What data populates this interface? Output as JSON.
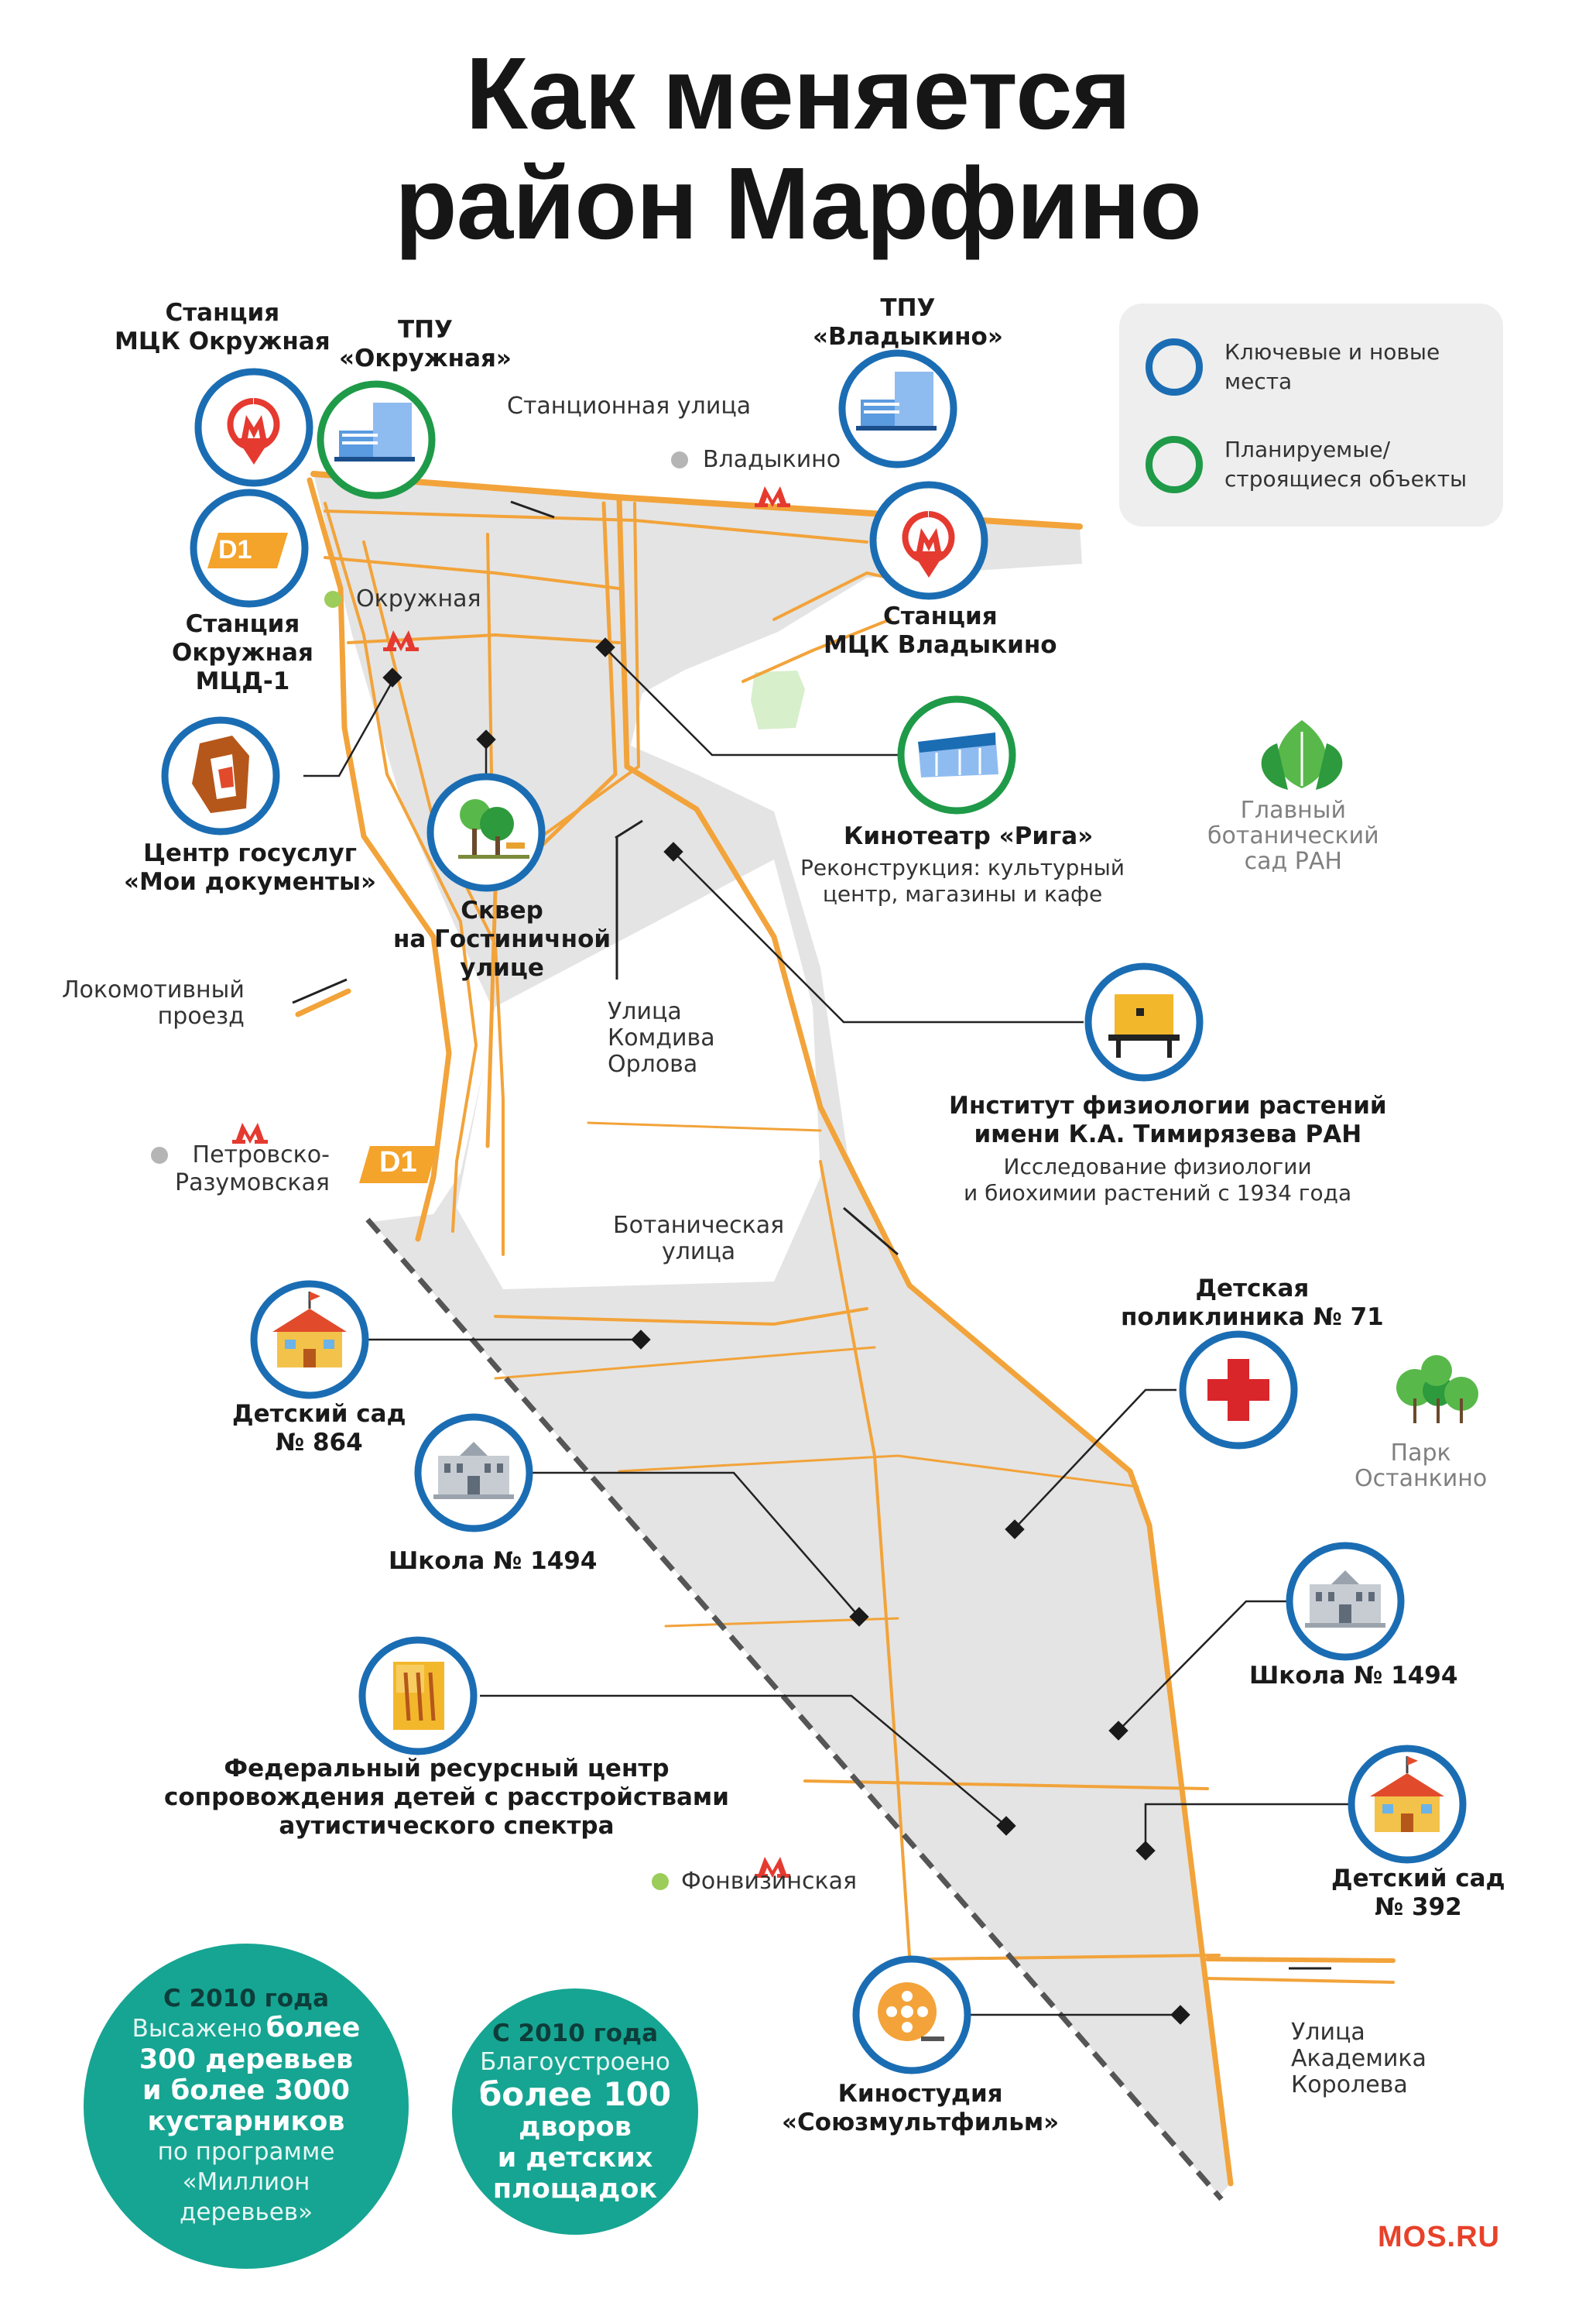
{
  "title": {
    "line1": "Как меняется",
    "line2": "район Марфино"
  },
  "colors": {
    "road": "#f2a33a",
    "district_fill": "#e4e4e4",
    "key_ring": "#1b6db3",
    "planned_ring": "#1f9a48",
    "metro_red": "#e53a30",
    "mcd_orange": "#f4a32b",
    "bubble_teal": "#16a592",
    "park_green": "#58b94a",
    "railway": "#555555"
  },
  "legend": {
    "key": "Ключевые и новые места",
    "planned": "Планируемые/ строящиеся объекты"
  },
  "stations": {
    "vladykino": "Владыкино",
    "okruzhnaya": "Окружная",
    "petrovsko": "Петровско-\nРазумовская",
    "fonvizinskaya": "Фонвизинская"
  },
  "streets": {
    "stantsionnaya": "Станционная улица",
    "lokomotivny": "Локомотивный\nпроезд",
    "komdiva": "Улица\nКомдива\nОрлова",
    "botanicheskaya": "Ботаническая\nулица",
    "koroleva": "Улица\nАкадемика\nКоролева"
  },
  "gardens": {
    "botanic": "Главный\nботанический\nсад РАН",
    "ostankino": "Парк\nОстанкино"
  },
  "places": {
    "mck_okruzhnaya": {
      "title": "Станция\nМЦК Окружная",
      "icon": "metro-icon"
    },
    "tpu_okruzhnaya": {
      "title": "ТПУ\n«Окружная»",
      "icon": "building-icon"
    },
    "tpu_vladykino": {
      "title": "ТПУ\n«Владыкино»",
      "icon": "building-icon"
    },
    "mck_vladykino": {
      "title": "Станция\nМЦК Владыкино",
      "icon": "metro-icon"
    },
    "mcd1": {
      "title": "Станция\nОкружная\nМЦД-1",
      "icon": "d1-icon",
      "badge": "D1"
    },
    "gosuslugi": {
      "title": "Центр госуслуг\n«Мои документы»",
      "icon": "documents-icon"
    },
    "skver": {
      "title": "Сквер\nна Гостиничной\nулице",
      "icon": "trees-icon"
    },
    "riga": {
      "title": "Кинотеатр «Рига»",
      "sub": "Реконструкция: культурный\nцентр, магазины и кафе",
      "icon": "cinema-building-icon"
    },
    "institute": {
      "title": "Институт физиологии растений\nимени К.А. Тимирязева РАН",
      "sub": "Исследование физиологии\nи биохимии растений с 1934 года",
      "icon": "institute-icon"
    },
    "kindergarten864": {
      "title": "Детский сад\n№ 864",
      "icon": "kindergarten-icon"
    },
    "polyclinic": {
      "title": "Детская\nполиклиника № 71",
      "icon": "red-cross-icon"
    },
    "school1": {
      "title": "Школа № 1494",
      "icon": "school-icon"
    },
    "school2": {
      "title": "Школа № 1494",
      "icon": "school-icon"
    },
    "resource_center": {
      "title": "Федеральный ресурсный центр\nсопровождения детей с расстройствами\nаутистического спектра",
      "icon": "puzzle-icon"
    },
    "kindergarten392": {
      "title": "Детский сад\n№ 392",
      "icon": "kindergarten-icon"
    },
    "soyuzmult": {
      "title": "Киностудия\n«Союзмультфильм»",
      "icon": "film-reel-icon"
    }
  },
  "mcd_badge": "D1",
  "bubble1": {
    "head": "С 2010 года",
    "t1": "Высажено",
    "b1": "более",
    "b2": "300 деревьев",
    "b3": "и более 3000",
    "b4": "кустарников",
    "t2": "по программе",
    "t3": "«Миллион",
    "t4": "деревьев»"
  },
  "bubble2": {
    "head": "С 2010 года",
    "t1": "Благоустроено",
    "b1": "более 100",
    "b2": "дворов",
    "b3": "и детских",
    "b4": "площадок"
  },
  "brand": "MOS.RU"
}
